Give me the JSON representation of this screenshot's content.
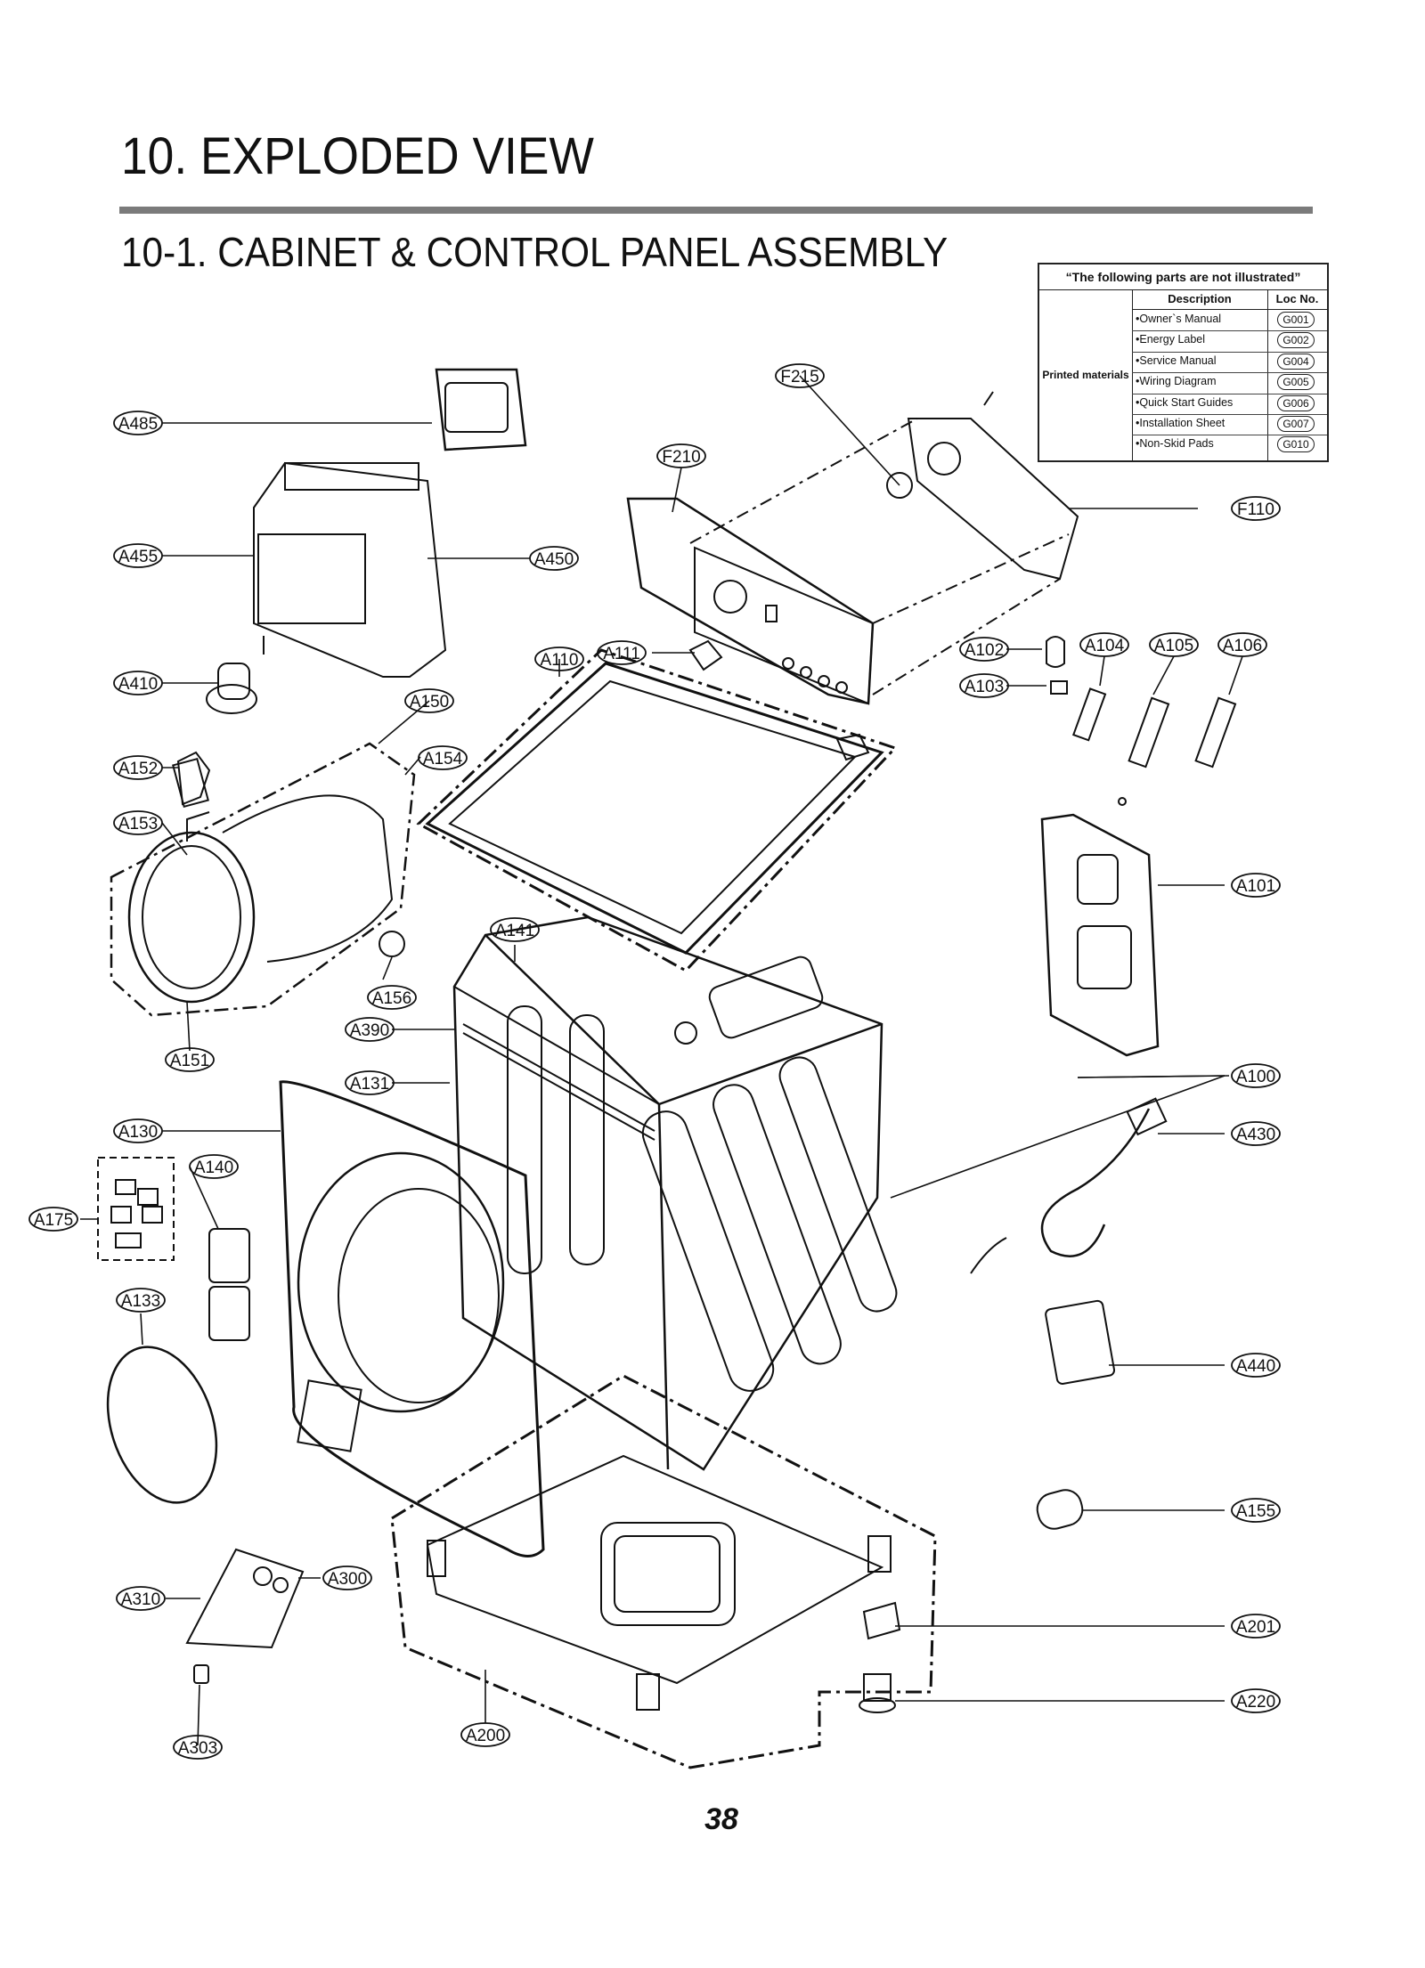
{
  "header": {
    "title": "10. EXPLODED VIEW",
    "subtitle": "10-1. CABINET  & CONTROL PANEL ASSEMBLY"
  },
  "not_illustrated": {
    "title": "“The following parts are not illustrated”",
    "category": "Printed materials",
    "col_description": "Description",
    "col_loc": "Loc No.",
    "rows": [
      {
        "desc": "•Owner`s Manual",
        "loc": "G001"
      },
      {
        "desc": "•Energy Label",
        "loc": "G002"
      },
      {
        "desc": "•Service Manual",
        "loc": "G004"
      },
      {
        "desc": "•Wiring Diagram",
        "loc": "G005"
      },
      {
        "desc": "•Quick Start Guides",
        "loc": "G006"
      },
      {
        "desc": "•Installation Sheet",
        "loc": "G007"
      },
      {
        "desc": "•Non-Skid Pads",
        "loc": "G010"
      }
    ]
  },
  "callouts": {
    "A485": "A485",
    "A455": "A455",
    "A450": "A450",
    "A410": "A410",
    "F215": "F215",
    "F210": "F210",
    "F110": "F110",
    "A110": "A110",
    "A111": "A111",
    "A150": "A150",
    "A152": "A152",
    "A154": "A154",
    "A153": "A153",
    "A102": "A102",
    "A103": "A103",
    "A104": "A104",
    "A105": "A105",
    "A106": "A106",
    "A101": "A101",
    "A141": "A141",
    "A156": "A156",
    "A390": "A390",
    "A151": "A151",
    "A131": "A131",
    "A100": "A100",
    "A130": "A130",
    "A430": "A430",
    "A140": "A140",
    "A175": "A175",
    "A133": "A133",
    "A440": "A440",
    "A155": "A155",
    "A300": "A300",
    "A310": "A310",
    "A201": "A201",
    "A303": "A303",
    "A200": "A200",
    "A220": "A220"
  },
  "page_number": "38"
}
